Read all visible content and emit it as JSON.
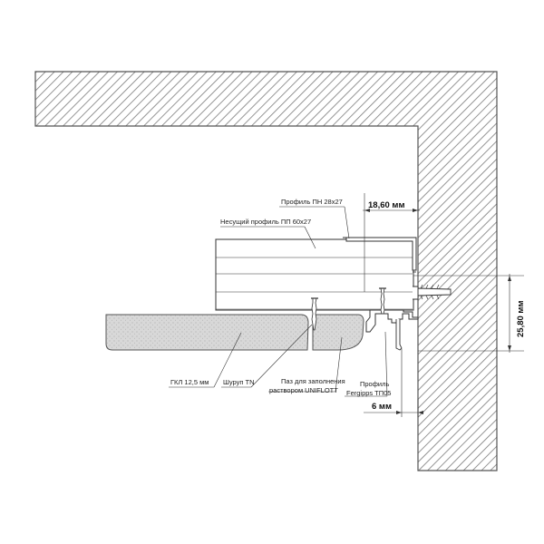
{
  "labels": {
    "profile_pn": "Профиль ПН 28х27",
    "profile_pp": "Несущий профиль ПП 60х27",
    "gkl": "ГКЛ 12,5 мм",
    "screw": "Шуруп TN",
    "groove_line1": "Паз для заполнения",
    "groove_line2": "раствором UNIFLOTT",
    "fergipps_line1": "Профиль",
    "fergipps_line2": "Fergipps TП05"
  },
  "dimensions": {
    "top_gap": "18,60 мм",
    "side_height": "25,80 мм",
    "bottom_gap": "6 мм"
  },
  "colors": {
    "wall_stroke": "#555555",
    "hatch": "#7a7a7a",
    "board_fill": "#dcdcdc",
    "profile_fill": "#ffffff",
    "line": "#333333"
  },
  "icons": {
    "hatch": "diagonal-hatch-pattern",
    "screw": "screw-icon"
  }
}
